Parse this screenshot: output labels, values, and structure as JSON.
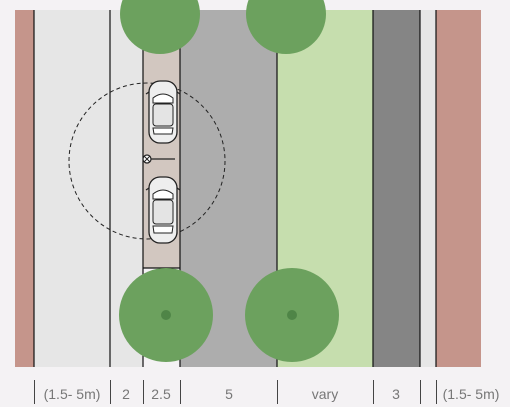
{
  "colors": {
    "background": "#f4f2f4",
    "building": "#c5958b",
    "footpath": "#e6e6e6",
    "parking_lane": "#d2c7c0",
    "carriageway": "#adadad",
    "median_green": "#c6deae",
    "dark_lane": "#858585",
    "tree_canopy": "#6ca15e",
    "tree_trunk": "#4f8547"
  },
  "icons": {
    "car": "car-top-view-icon",
    "pin": "location-pin-icon"
  },
  "dimensions": [
    {
      "label": "(1.5- 5m)"
    },
    {
      "label": "2"
    },
    {
      "label": "2.5"
    },
    {
      "label": "5"
    },
    {
      "label": "vary"
    },
    {
      "label": "3"
    },
    {
      "label": "(1.5- 5m)"
    }
  ]
}
